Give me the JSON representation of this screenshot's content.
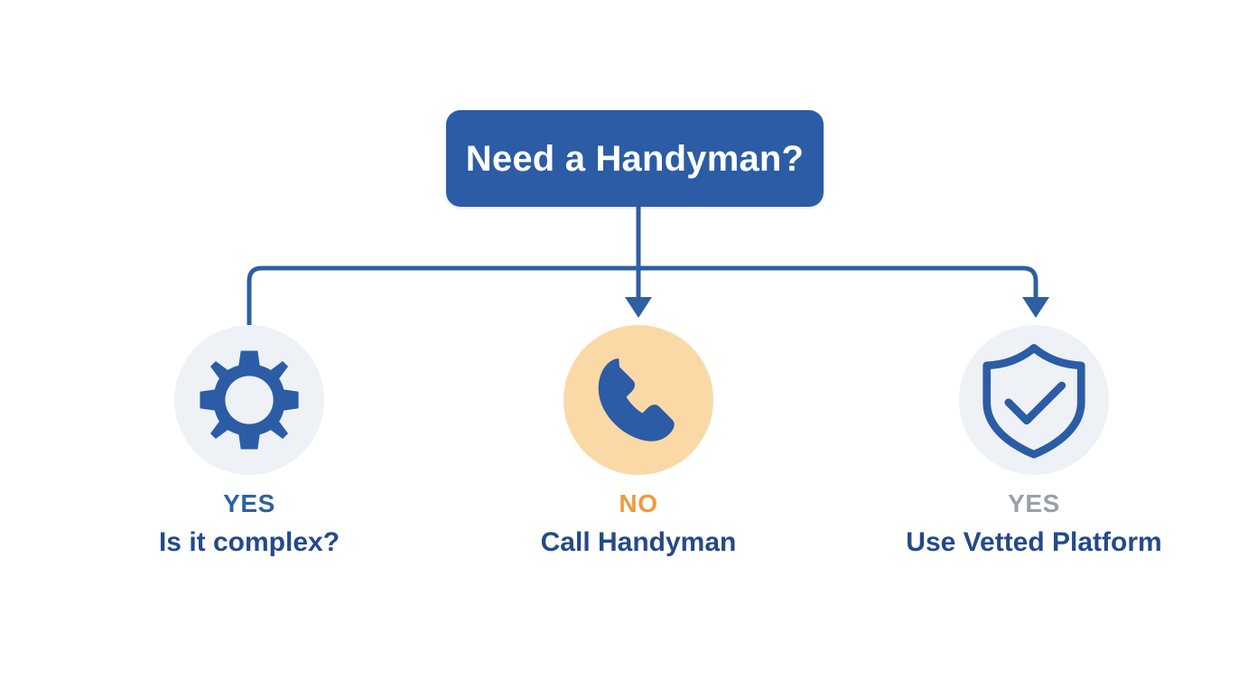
{
  "diagram": {
    "type": "decision-flowchart",
    "background_color": "#ffffff",
    "accent_color": "#2b5ca5",
    "connector_color": "#2e5fa3",
    "root": {
      "label": "Need a Handyman?",
      "text_color": "#ffffff",
      "fill_color": "#2b5ca5"
    },
    "branches": [
      {
        "answer": "YES",
        "answer_color": "#2e5fa3",
        "caption": "Is it complex?",
        "caption_color": "#234a8a",
        "icon": "gear-icon",
        "icon_color": "#2b5ca5",
        "circle_color": "#eef1f6",
        "has_arrowhead": false
      },
      {
        "answer": "NO",
        "answer_color": "#ef9a3c",
        "caption": "Call Handyman",
        "caption_color": "#234a8a",
        "icon": "phone-icon",
        "icon_color": "#2b5ca5",
        "circle_color": "#fad9a6",
        "has_arrowhead": true
      },
      {
        "answer": "YES",
        "answer_color": "#9aa0a6",
        "caption": "Use Vetted Platform",
        "caption_color": "#234a8a",
        "icon": "shield-check-icon",
        "icon_color": "#2b5ca5",
        "circle_color": "#eef1f6",
        "has_arrowhead": true
      }
    ]
  }
}
